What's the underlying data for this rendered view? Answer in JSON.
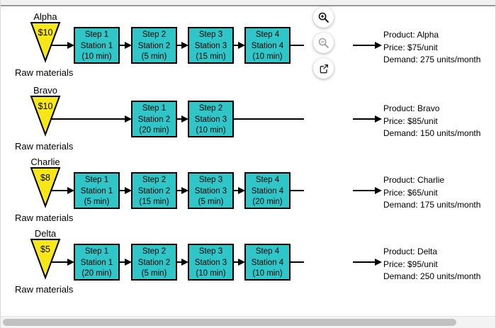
{
  "colors": {
    "station_fill": "#30c6c8",
    "raw_triangle_fill": "#f7e718",
    "scrollbar_thumb": "#c1c1c1",
    "scrollbar_track": "#f3f3f3"
  },
  "toolbar": {
    "buttons": [
      {
        "icon": "zoom-in-icon"
      },
      {
        "icon": "zoom-out-icon"
      },
      {
        "icon": "open-in-new-icon"
      }
    ]
  },
  "flows": [
    {
      "name": "Alpha",
      "cost": "$10",
      "raw": "Raw materials",
      "stations": [
        {
          "step": "Step 1",
          "station": "Station 1",
          "time": "(10 min)"
        },
        {
          "step": "Step 2",
          "station": "Station 2",
          "time": "(5 min)"
        },
        {
          "step": "Step 3",
          "station": "Station 3",
          "time": "(15 min)"
        },
        {
          "step": "Step 4",
          "station": "Station 4",
          "time": "(10 min)"
        }
      ],
      "product": {
        "name": "Product: Alpha",
        "price": "Price: $75/unit",
        "demand": "Demand: 275 units/month"
      }
    },
    {
      "name": "Bravo",
      "cost": "$10",
      "raw": "Raw materials",
      "stations": [
        {
          "step": "Step 1",
          "station": "Station 2",
          "time": "(20 min)"
        },
        {
          "step": "Step 2",
          "station": "Station 3",
          "time": "(10 min)"
        }
      ],
      "product": {
        "name": "Product: Bravo",
        "price": "Price: $85/unit",
        "demand": "Demand: 150 units/month"
      }
    },
    {
      "name": "Charlie",
      "cost": "$8",
      "raw": "Raw materials",
      "stations": [
        {
          "step": "Step 1",
          "station": "Station 1",
          "time": "(5 min)"
        },
        {
          "step": "Step 2",
          "station": "Station 2",
          "time": "(15 min)"
        },
        {
          "step": "Step 3",
          "station": "Station 3",
          "time": "(5 min)"
        },
        {
          "step": "Step 4",
          "station": "Station 4",
          "time": "(20 min)"
        }
      ],
      "product": {
        "name": "Product: Charlie",
        "price": "Price: $65/unit",
        "demand": "Demand: 175 units/month"
      }
    },
    {
      "name": "Delta",
      "cost": "$5",
      "raw": "Raw materials",
      "stations": [
        {
          "step": "Step 1",
          "station": "Station 1",
          "time": "(20 min)"
        },
        {
          "step": "Step 2",
          "station": "Station 2",
          "time": "(5 min)"
        },
        {
          "step": "Step 3",
          "station": "Station 3",
          "time": "(10 min)"
        },
        {
          "step": "Step 4",
          "station": "Station 4",
          "time": "(10 min)"
        }
      ],
      "product": {
        "name": "Product: Delta",
        "price": "Price: $95/unit",
        "demand": "Demand: 250 units/month"
      }
    }
  ]
}
